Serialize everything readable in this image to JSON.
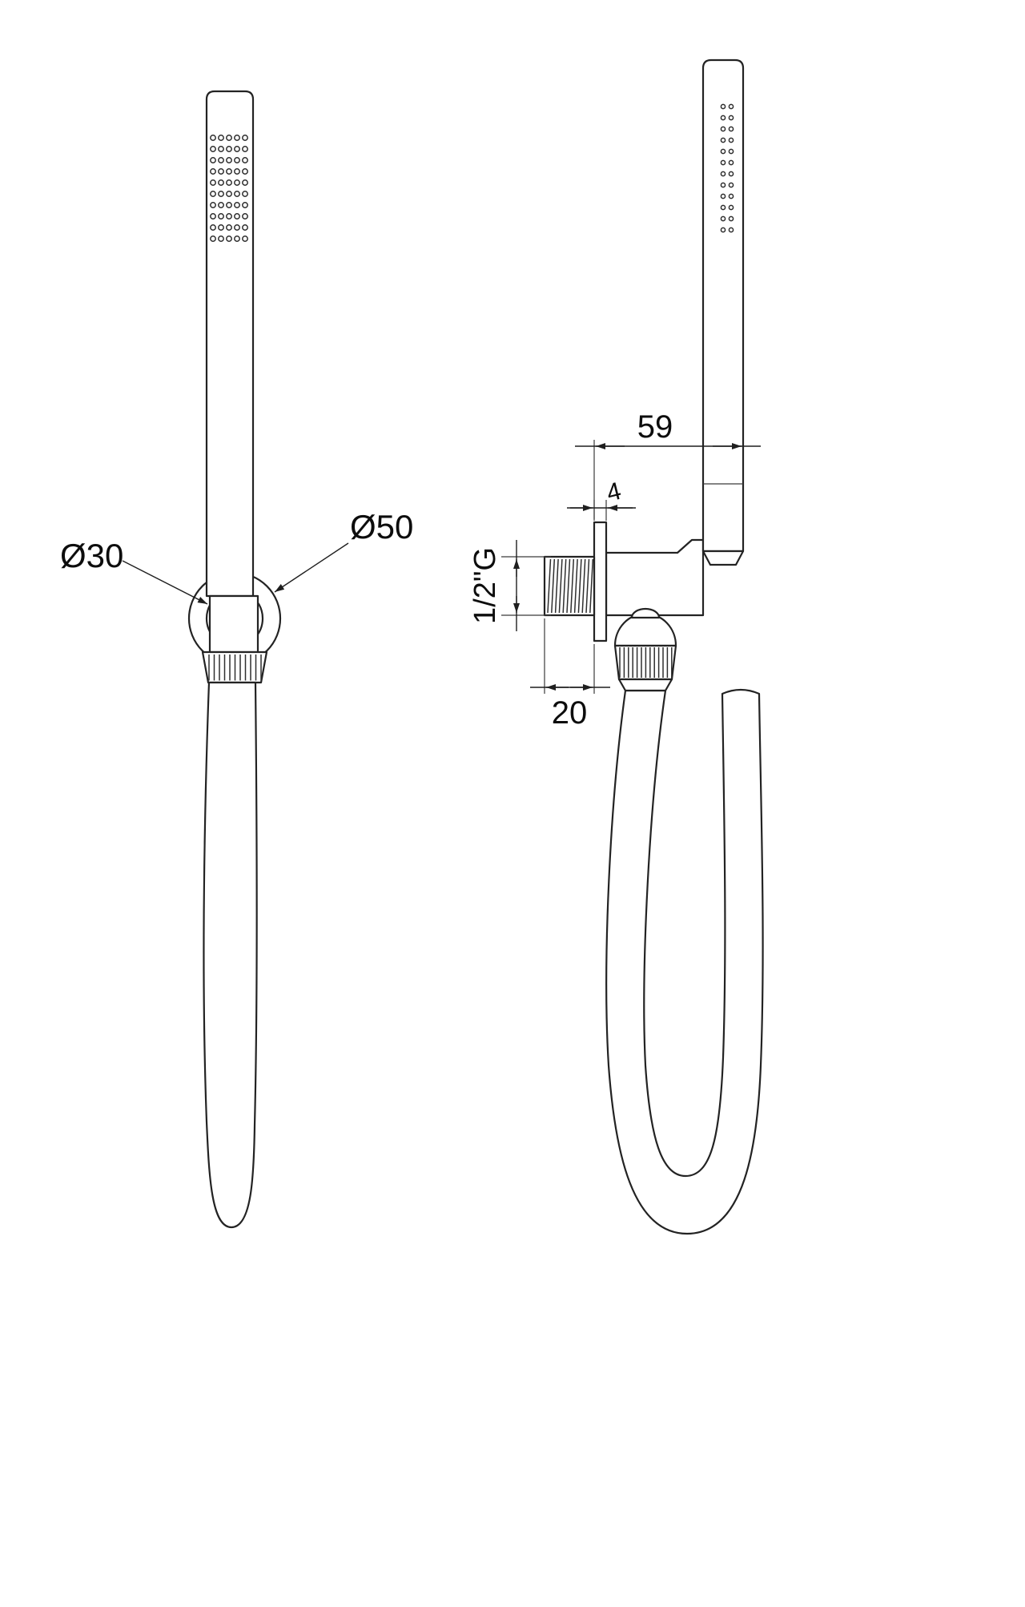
{
  "annotations": {
    "front_view": {
      "inner_ring_diameter": "Ø30",
      "outer_ring_diameter": "Ø50"
    },
    "side_view": {
      "overall_depth": "59",
      "flange_thickness": "4",
      "thread_size": "1/2\"G",
      "thread_length": "20"
    }
  }
}
